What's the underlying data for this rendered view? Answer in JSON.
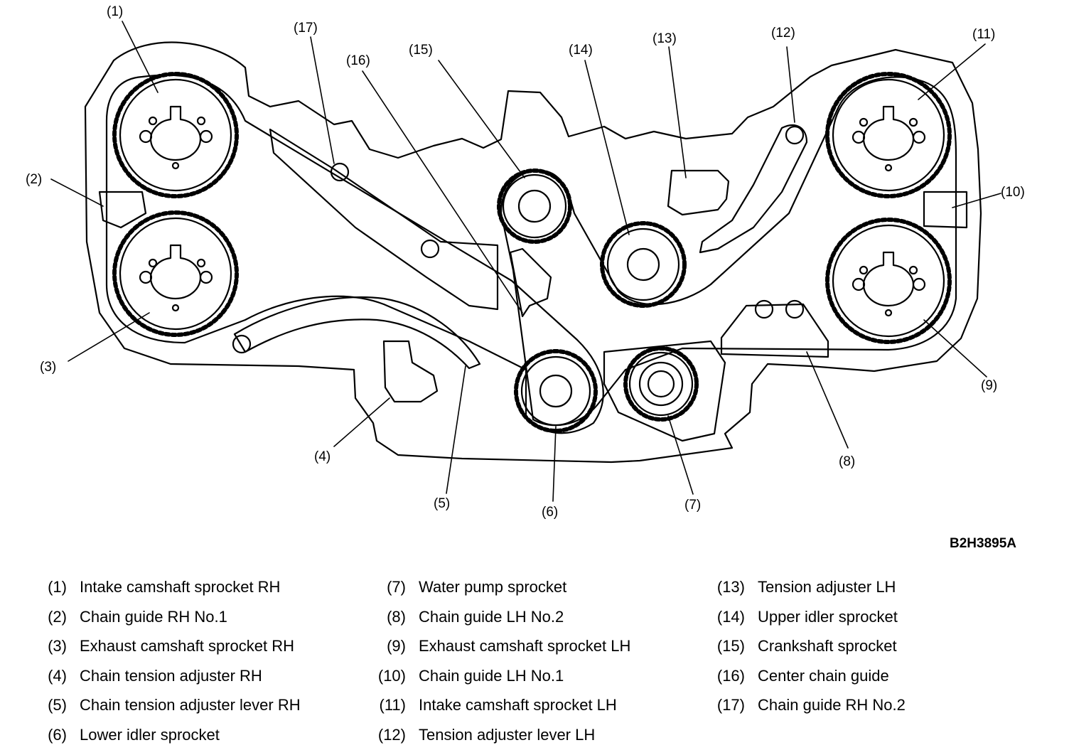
{
  "figure_code": "B2H3895A",
  "callouts": [
    "(1)",
    "(2)",
    "(3)",
    "(4)",
    "(5)",
    "(6)",
    "(7)",
    "(8)",
    "(9)",
    "(10)",
    "(11)",
    "(12)",
    "(13)",
    "(14)",
    "(15)",
    "(16)",
    "(17)"
  ],
  "legend": [
    {
      "num": "(1)",
      "label": "Intake camshaft sprocket RH"
    },
    {
      "num": "(2)",
      "label": "Chain guide RH No.1"
    },
    {
      "num": "(3)",
      "label": "Exhaust camshaft sprocket RH"
    },
    {
      "num": "(4)",
      "label": "Chain tension adjuster RH"
    },
    {
      "num": "(5)",
      "label": "Chain tension adjuster lever RH"
    },
    {
      "num": "(6)",
      "label": "Lower idler sprocket"
    },
    {
      "num": "(7)",
      "label": "Water pump sprocket"
    },
    {
      "num": "(8)",
      "label": "Chain guide LH No.2"
    },
    {
      "num": "(9)",
      "label": "Exhaust camshaft sprocket LH"
    },
    {
      "num": "(10)",
      "label": "Chain guide LH No.1"
    },
    {
      "num": "(11)",
      "label": "Intake camshaft sprocket LH"
    },
    {
      "num": "(12)",
      "label": "Tension adjuster lever LH"
    },
    {
      "num": "(13)",
      "label": "Tension adjuster LH"
    },
    {
      "num": "(14)",
      "label": "Upper idler sprocket"
    },
    {
      "num": "(15)",
      "label": "Crankshaft sprocket"
    },
    {
      "num": "(16)",
      "label": "Center chain guide"
    },
    {
      "num": "(17)",
      "label": "Chain guide RH No.2"
    }
  ]
}
